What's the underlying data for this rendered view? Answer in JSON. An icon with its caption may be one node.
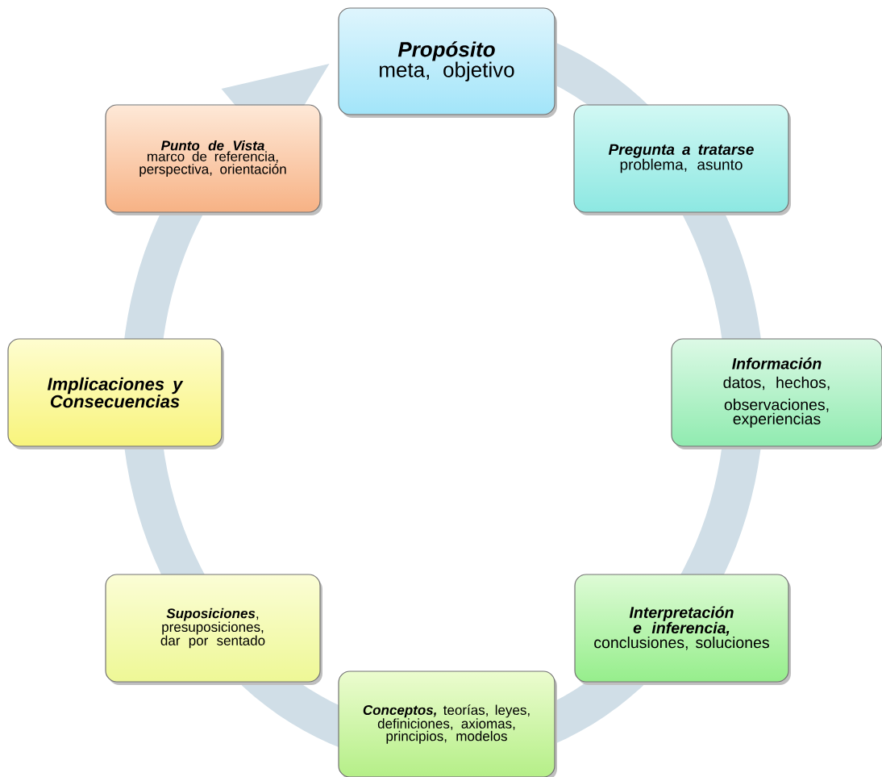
{
  "diagram": {
    "nodes": [
      {
        "text": [
          "**Propósito** meta, objetivo"
        ]
      },
      {
        "text": [
          "**Pregunta a tratarse** problema, asunto"
        ]
      },
      {
        "text": [
          "**Información** datos, hechos,",
          "observaciones, experiencias"
        ]
      },
      {
        "text": [
          "**Interpretación e inferencia,** conclusiones, soluciones"
        ]
      },
      {
        "text": [
          "**Conceptos,** teorías, leyes, definiciones, axiomas, principios, modelos"
        ]
      },
      {
        "text": [
          "**Suposiciones**, presuposiciones, dar por sentado"
        ]
      },
      {
        "text": [
          "Implicaciones y Consecuencias"
        ]
      },
      {
        "text": [
          "**Punto de Vista** marco de referencia, perspectiva, orientación"
        ]
      }
    ]
  }
}
